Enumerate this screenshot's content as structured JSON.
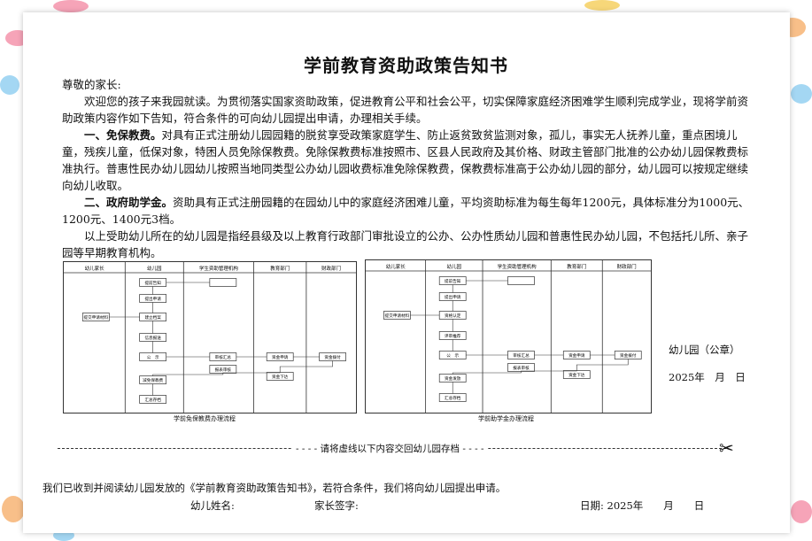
{
  "title": "学前教育资助政策告知书",
  "greeting": "尊敬的家长:",
  "intro": "欢迎您的孩子来我园就读。为贯彻落实国家资助政策，促进教育公平和社会公平，切实保障家庭经济困难学生顺利完成学业，现将学前资助政策内容作如下告知，符合条件的可向幼儿园提出申请，办理相关手续。",
  "section1_heading": "一、免保教费。",
  "section1_text": "对具有正式注册幼儿园园籍的脱贫享受政策家庭学生、防止返贫致贫监测对象，孤儿，事实无人抚养儿童，重点困境儿童，残疾儿童，低保对象，特困人员免除保教费。免除保教费标准按照市、区县人民政府及其价格、财政主管部门批准的公办幼儿园保教费标准执行。普惠性民办幼儿园幼儿按照当地同类型公办幼儿园收费标准免除保教费，保教费标准高于公办幼儿园的部分，幼儿园可以按规定继续向幼儿收取。",
  "section2_heading": "二、政府助学金。",
  "section2_text": "资助具有正式注册园籍的在园幼儿中的家庭经济困难儿童，平均资助标准为每生每年1200元，具体标准分为1000元、1200元、1400元3档。",
  "section3_text": "以上受助幼儿所在的幼儿园是指经县级及以上教育行政部门审批设立的公办、公办性质幼儿园和普惠性民办幼儿园，不包括托儿所、亲子园等早期教育机构。",
  "flow_columns": [
    "幼儿家长",
    "幼儿园",
    "学生资助管理机构",
    "教育部门",
    "财政部门"
  ],
  "flow1": {
    "caption": "学前免保教费办理流程",
    "nodes": [
      "提前告知",
      "提出申请",
      "提交申请材料",
      "建立档案",
      "信息报送",
      "公　示",
      "审核汇总",
      "资金申请",
      "资金拨付",
      "报表审核",
      "资金下达",
      "减免保教费",
      "汇总存档"
    ]
  },
  "flow2": {
    "caption": "学前助学金办理流程",
    "nodes": [
      "提前告知",
      "提出申请",
      "提交申请材料",
      "资格认定",
      "评审推荐",
      "公　示",
      "审核汇总",
      "资金申请",
      "资金拨付",
      "报表审核",
      "资金下达",
      "资金发放",
      "汇总存档"
    ]
  },
  "seal_label": "幼儿园（公章）",
  "seal_date": "2025年　月　日",
  "cut_label": "请将虚线以下内容交回幼儿园存档",
  "receipt_text": "我们已收到并阅读幼儿园发放的《学前教育资助政策告知书》，若符合条件，我们将向幼儿园提出申请。",
  "child_name_label": "幼儿姓名:",
  "parent_sign_label": "家长签字:",
  "date_label": "日期: 2025年　　月　　日",
  "colors": {
    "deco_pink": "#f59ab0",
    "deco_orange": "#f7b87c",
    "deco_blue": "#9ad3f2",
    "deco_yellow": "#f6d36a"
  },
  "icons": {
    "scissors": "scissors-icon"
  }
}
